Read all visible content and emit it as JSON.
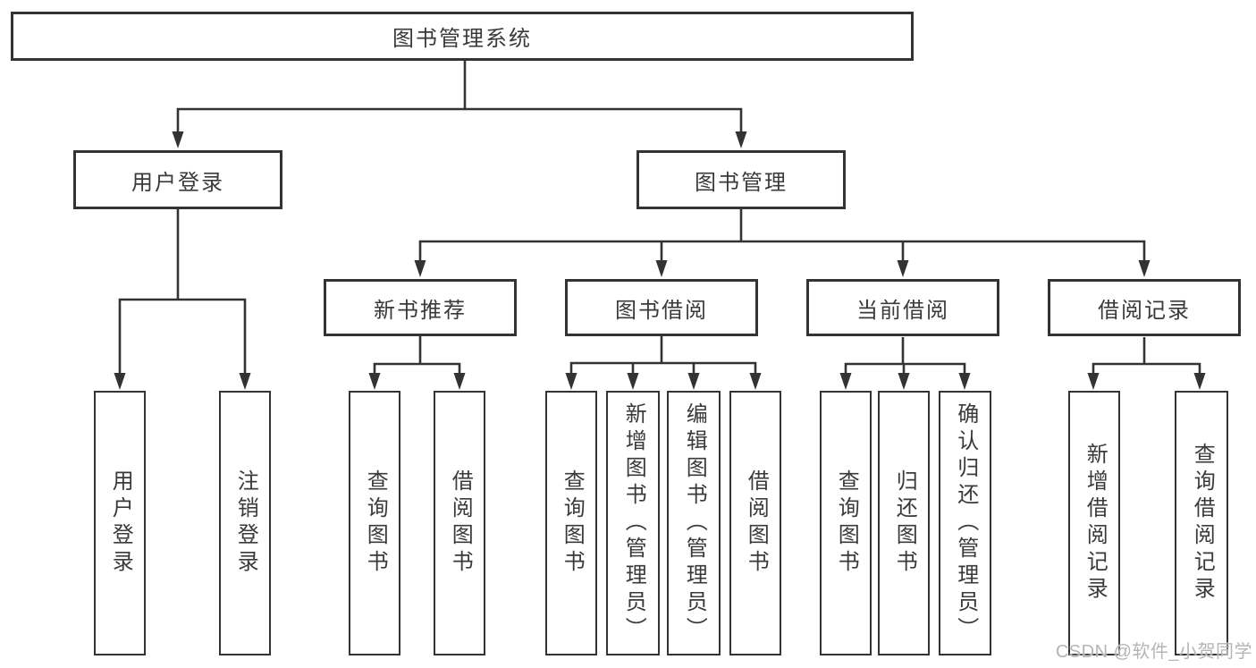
{
  "diagram": {
    "title": "图书管理系统",
    "branches": {
      "user_login": {
        "label": "用户登录",
        "children": [
          {
            "label": "用户登录"
          },
          {
            "label": "注销登录"
          }
        ]
      },
      "book_management": {
        "label": "图书管理",
        "sections": [
          {
            "label": "新书推荐",
            "children": [
              {
                "label": "查询图书"
              },
              {
                "label": "借阅图书"
              }
            ]
          },
          {
            "label": "图书借阅",
            "children": [
              {
                "label": "查询图书"
              },
              {
                "label": "新增图书（管理员）"
              },
              {
                "label": "编辑图书（管理员）"
              },
              {
                "label": "借阅图书"
              }
            ]
          },
          {
            "label": "当前借阅",
            "children": [
              {
                "label": "查询图书"
              },
              {
                "label": "归还图书"
              },
              {
                "label": "确认归还（管理员）"
              }
            ]
          },
          {
            "label": "借阅记录",
            "children": [
              {
                "label": "新增借阅记录"
              },
              {
                "label": "查询借阅记录"
              }
            ]
          }
        ]
      }
    }
  },
  "watermark": {
    "text": "CSDN @软件_小贺同学"
  },
  "colors": {
    "line": "#333333",
    "box_border": "#333333",
    "text": "#3a3a3a",
    "background": "#ffffff",
    "watermark": "#b5b5b5"
  }
}
